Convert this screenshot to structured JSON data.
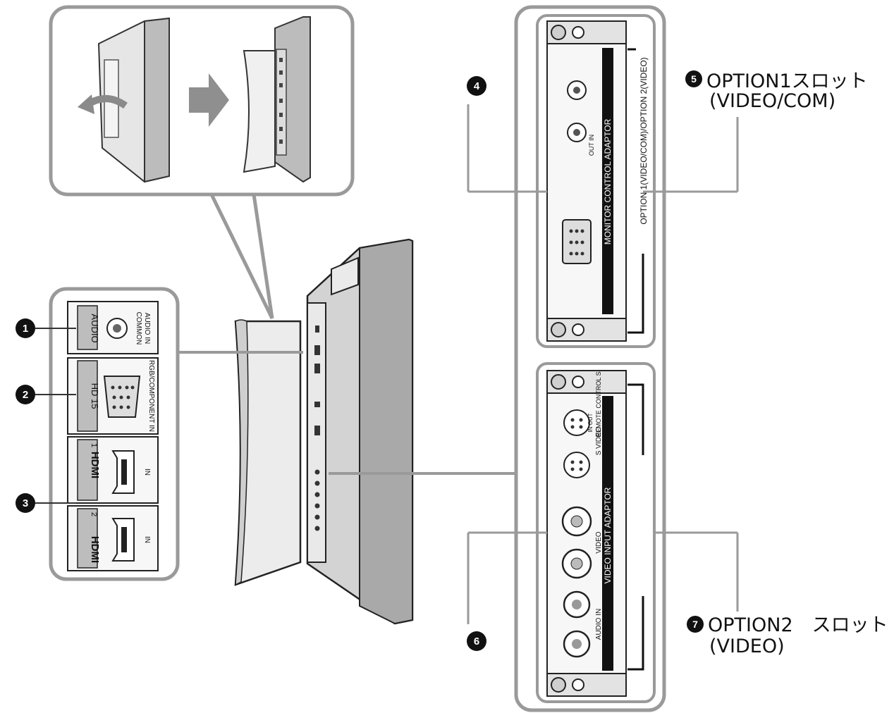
{
  "callouts": {
    "c1": "1",
    "c2": "2",
    "c3": "3",
    "c4": "4",
    "c5": "5",
    "c6": "6",
    "c7": "7"
  },
  "option1_slot": {
    "line1": "OPTION1スロット",
    "line2": "(VIDEO/COM)"
  },
  "option2_slot": {
    "line1": "OPTION2　スロット",
    "line2": "(VIDEO)"
  },
  "left_panel": {
    "audio_label": "AUDIO",
    "common_audio_in_1": "COMMON",
    "common_audio_in_2": "AUDIO IN",
    "hd15_label": "HD 15",
    "rgb_component_in": "RGB/COMPONENT IN",
    "hdmi_logo": "HDMI",
    "hdmi1_num": "1",
    "hdmi2_num": "2",
    "in_label": "IN"
  },
  "upper_adaptor": {
    "name": "MONITOR CONTROL ADAPTOR",
    "out_in": "OUT  IN",
    "slot_label": "OPTION 1(VIDEO/COM)/OPTION 2(VIDEO)"
  },
  "lower_adaptor": {
    "name": "VIDEO INPUT ADAPTOR",
    "remote_control": "REMOTE CONTROL S",
    "remote_marks": "IN   OUT",
    "s_video": "S VIDEO",
    "video": "VIDEO",
    "audio_in": "AUDIO IN"
  },
  "colors": {
    "outline": "#9a9a9a",
    "dark": "#111111",
    "panel_grey": "#d9d9d9",
    "port_grey": "#bfbfbf"
  }
}
